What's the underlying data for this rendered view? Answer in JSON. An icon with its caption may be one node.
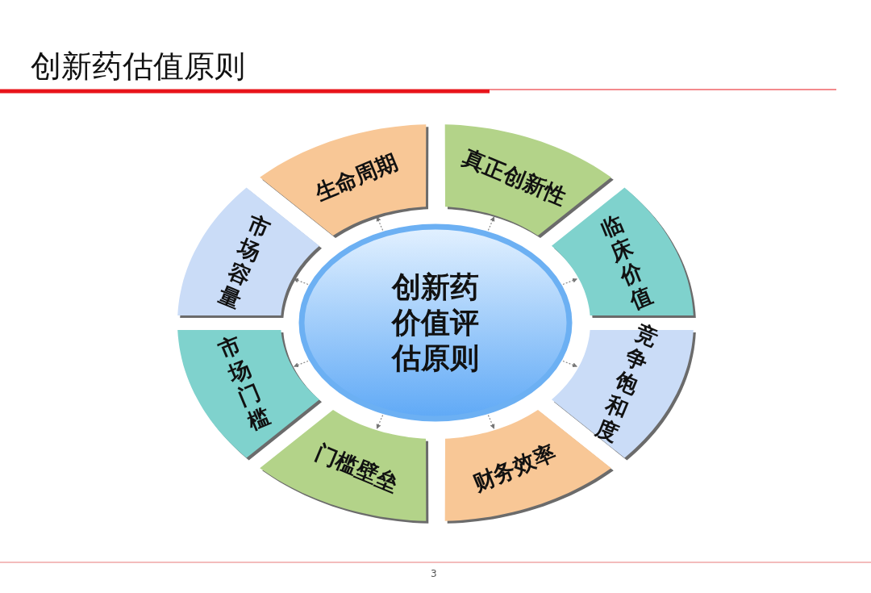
{
  "diagram": {
    "title": "创新药估值原则",
    "nodes": [
      {
        "text": [
          "创新药价值评估原则"
        ]
      },
      {
        "text": [
          "生命周期"
        ]
      },
      {
        "text": [
          "真正创新性"
        ]
      },
      {
        "text": [
          "临床价值"
        ]
      },
      {
        "text": [
          "竞争饱和度"
        ]
      },
      {
        "text": [
          "财务效率"
        ]
      },
      {
        "text": [
          "门槛壁垒"
        ]
      },
      {
        "text": [
          "市场门槛"
        ]
      },
      {
        "text": [
          "市场容量"
        ]
      }
    ],
    "edges": [
      {
        "from": 0,
        "to": 1,
        "arrow": "to",
        "style": "dashed"
      },
      {
        "from": 0,
        "to": 2,
        "arrow": "to",
        "style": "dashed"
      },
      {
        "from": 0,
        "to": 3,
        "arrow": "to",
        "style": "dashed"
      },
      {
        "from": 0,
        "to": 4,
        "arrow": "to",
        "style": "dashed"
      },
      {
        "from": 0,
        "to": 5,
        "arrow": "to",
        "style": "dashed"
      },
      {
        "from": 0,
        "to": 6,
        "arrow": "to",
        "style": "dashed"
      },
      {
        "from": 0,
        "to": 7,
        "arrow": "to",
        "style": "dashed"
      },
      {
        "from": 0,
        "to": 8,
        "arrow": "to",
        "style": "dashed"
      }
    ],
    "labels": [
      "3"
    ]
  }
}
